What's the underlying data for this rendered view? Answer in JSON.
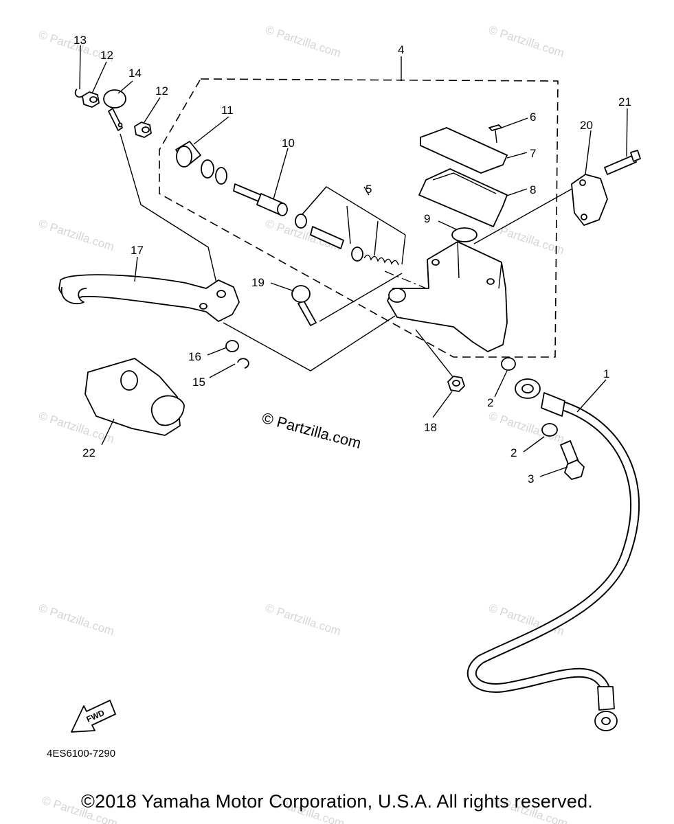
{
  "diagram": {
    "code": "4ES6100-7290",
    "copyright": "©2018 Yamaha Motor Corporation, U.S.A. All rights reserved.",
    "watermark": "© Partzilla.com",
    "fwd_label": "FWD",
    "callouts": [
      "1",
      "2",
      "2",
      "3",
      "4",
      "5",
      "6",
      "7",
      "8",
      "9",
      "10",
      "11",
      "12",
      "12",
      "13",
      "14",
      "15",
      "16",
      "17",
      "18",
      "19",
      "20",
      "21",
      "22"
    ]
  }
}
